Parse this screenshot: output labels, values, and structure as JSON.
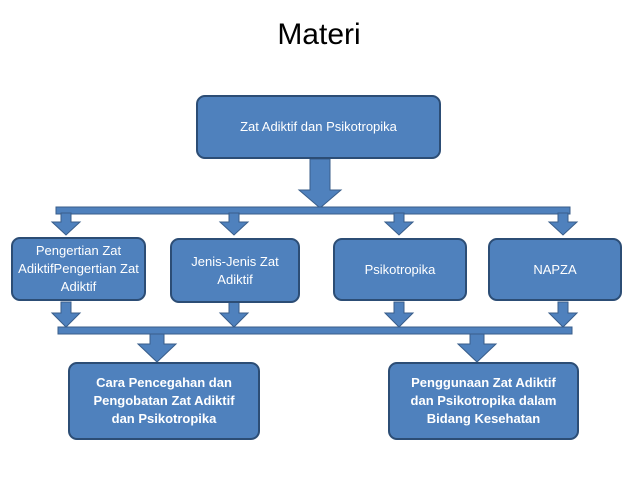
{
  "title": "Materi",
  "root": {
    "label": "Zat Adiktif dan Psikotropika"
  },
  "level1": [
    {
      "label": "Pengertian Zat AdiktifPengertian Zat Adiktif"
    },
    {
      "label": "Jenis-Jenis Zat Adiktif"
    },
    {
      "label": "Psikotropika"
    },
    {
      "label": "NAPZA"
    }
  ],
  "level2": [
    {
      "label": "Cara Pencegahan dan Pengobatan Zat Adiktif dan Psikotropika"
    },
    {
      "label": "Penggunaan Zat Adiktif dan Psikotropika dalam Bidang Kesehatan"
    }
  ],
  "colors": {
    "box_fill": "#4f81bd",
    "box_border": "#2c4d75",
    "connector_fill": "#4f81bd"
  }
}
